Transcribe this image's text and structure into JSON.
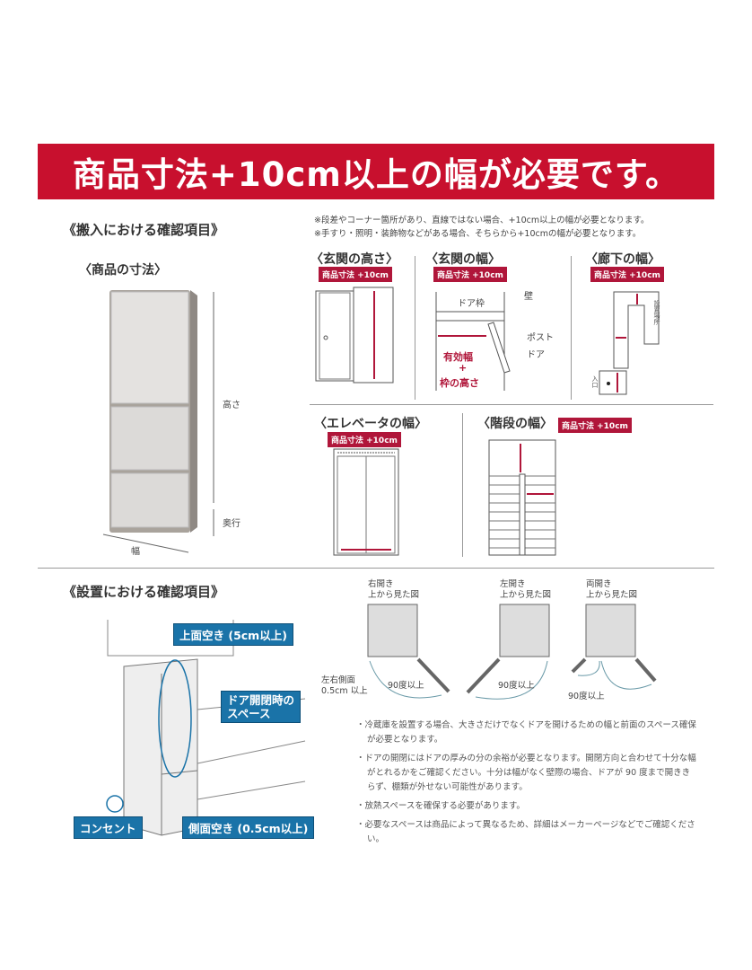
{
  "banner": {
    "title": "商品寸法+10cm以上の幅が必要です。",
    "color": "#c8102e"
  },
  "carry_in": {
    "heading": "《搬入における確認項目》",
    "product_dims": {
      "title": "〈商品の寸法〉",
      "height": "高さ",
      "depth": "奥行",
      "width": "幅"
    },
    "notes": [
      "※段差やコーナー箇所があり、直線ではない場合、+10cm以上の幅が必要となります。",
      "※手すり・照明・装飾物などがある場合、そちらから+10cmの幅が必要となります。"
    ],
    "badge": "商品寸法 +10cm",
    "entrance_height": {
      "title": "〈玄関の高さ〉"
    },
    "entrance_width": {
      "title": "〈玄関の幅〉",
      "door_frame": "ドア枠",
      "wall": "壁",
      "post": "ポスト",
      "door": "ドア",
      "effective": "有効幅",
      "plus": "+",
      "frame_height": "枠の高さ"
    },
    "hallway_width": {
      "title": "〈廊下の幅〉",
      "install_place": "設置場所",
      "entrance": "入口"
    },
    "elevator_width": {
      "title": "〈エレベータの幅〉"
    },
    "stairs_width": {
      "title": "〈階段の幅〉"
    }
  },
  "install": {
    "heading": "《設置における確認項目》",
    "callouts": {
      "top": "上面空き (5cm以上)",
      "door_space": "ドア開閉時の\nスペース",
      "outlet": "コンセント",
      "side": "側面空き (0.5cm以上)"
    },
    "doors": [
      {
        "type": "右開き",
        "view": "上から見た図",
        "angle": "90度以上"
      },
      {
        "type": "左開き",
        "view": "上から見た図",
        "angle": "90度以上"
      },
      {
        "type": "両開き",
        "view": "上から見た図",
        "angle": "90度以上"
      }
    ],
    "side_gap": "左右側面\n0.5cm 以上",
    "notes": [
      "・冷蔵庫を設置する場合、大きさだけでなくドアを開けるための幅と前面のスペース確保が必要となります。",
      "・ドアの開閉にはドアの厚みの分の余裕が必要となります。開閉方向と合わせて十分な幅がとれるかをご確認ください。十分は幅がなく壁際の場合、ドアが 90 度まで開ききらず、棚類が外せない可能性があります。",
      "・放熱スペースを確保する必要があります。",
      "・必要なスペースは商品によって異なるため、詳細はメーカーページなどでご確認ください。"
    ],
    "accent": "#1a73a8"
  }
}
